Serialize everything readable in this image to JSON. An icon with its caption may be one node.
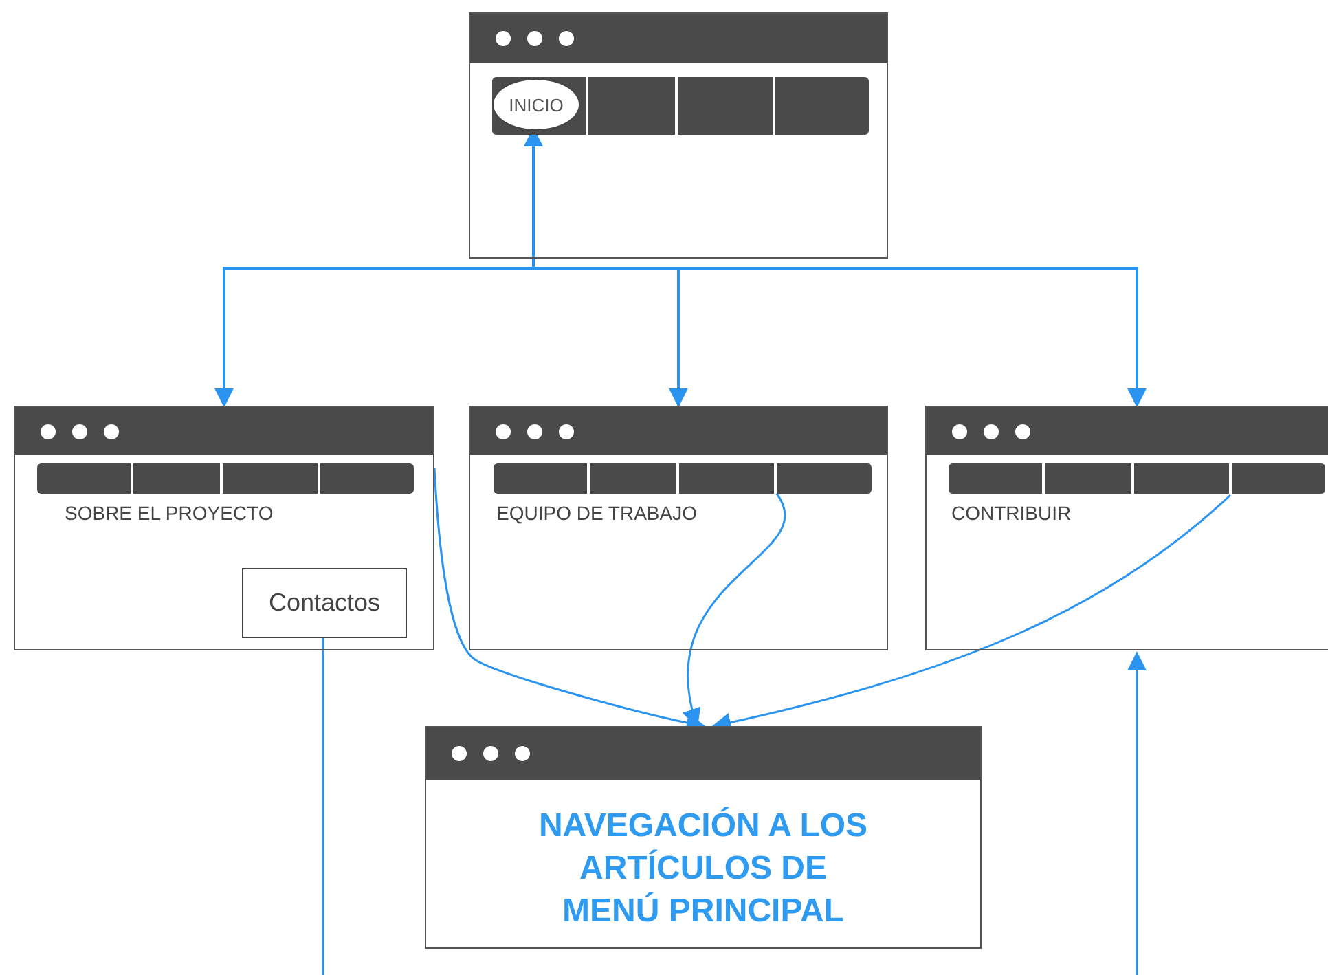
{
  "diagram": {
    "nodes": [
      {
        "text": [],
        "shape": "box"
      },
      {
        "text": [
          "INICIO"
        ],
        "in": 0
      },
      {
        "text": [
          "SOBRE EL PROYECTO"
        ]
      },
      {
        "text": [
          "Contactos"
        ],
        "in": 2
      },
      {
        "text": [
          "EQUIPO DE TRABAJO"
        ]
      },
      {
        "text": [
          "CONTRIBUIR"
        ]
      },
      {
        "text": [
          "NAVEGACIÓN A LOS ARTÍCULOS DE MENÚ PRINCIPAL"
        ]
      }
    ],
    "edges": [
      {
        "from": 1,
        "to": 2,
        "arrow": "both"
      },
      {
        "from": 1,
        "to": 4,
        "arrow": "both"
      },
      {
        "from": 1,
        "to": 5,
        "arrow": "both"
      },
      {
        "from": 2,
        "to": 6,
        "arrow": "to"
      },
      {
        "from": 4,
        "to": 6,
        "arrow": "to"
      },
      {
        "from": 5,
        "to": 6,
        "arrow": "to"
      },
      {
        "from": 3,
        "to": null,
        "arrow": "none"
      },
      {
        "from": null,
        "to": 5,
        "arrow": "to"
      }
    ]
  }
}
